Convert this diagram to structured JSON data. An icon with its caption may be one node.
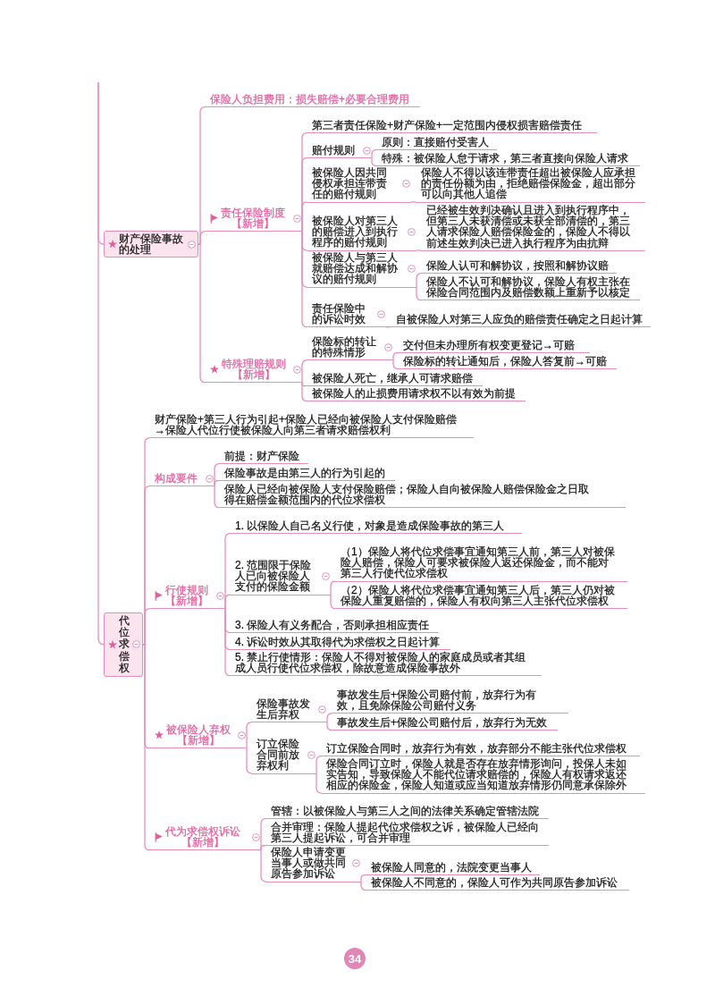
{
  "diagram": {
    "nodes": [
      {
        "text": [
          "财产保险事故的处理"
        ]
      },
      {
        "text": [
          "保险人负担费用：损失赔偿+必要合理费用"
        ]
      },
      {
        "text": [
          "责任保险制度",
          "【新增】"
        ]
      },
      {
        "text": [
          "第三者责任保险+财产保险+一定范围内侵权损害赔偿责任"
        ]
      },
      {
        "text": [
          "赔付规则"
        ]
      },
      {
        "text": [
          "原则：直接赔付受害人"
        ]
      },
      {
        "text": [
          "特殊：被保险人怠于请求，第三者直接向保险人请求"
        ]
      },
      {
        "text": [
          "被保险人因共同侵权承担连带责任的赔付规则"
        ]
      },
      {
        "text": [
          "保险人不得以该连带责任超出被保险人应承担的责任份额为由，拒绝赔偿保险金，超出部分可以向其他人追偿"
        ]
      },
      {
        "text": [
          "被保险人对第三人的赔偿进入到执行程序的赔付规则"
        ]
      },
      {
        "text": [
          "已经被生效判决确认且进入到执行程序中，但第三人未获清偿或未获全部清偿的，第三人请求保险人赔偿保险金的，保险人不得以前述生效判决已进入执行程序为由抗辩"
        ]
      },
      {
        "text": [
          "被保险人与第三人就赔偿达成和解协议的赔付规则"
        ]
      },
      {
        "text": [
          "保险人认可和解协议，按照和解协议赔"
        ]
      },
      {
        "text": [
          "保险人不认可和解协议，保险人有权主张在保险合同范围内及赔偿数额上重新予以核定"
        ]
      },
      {
        "text": [
          "责任保险中的诉讼时效"
        ]
      },
      {
        "text": [
          "自被保险人对第三人应负的赔偿责任确定之日起计算"
        ]
      },
      {
        "text": [
          "特殊理赔规则",
          "【新增】"
        ]
      },
      {
        "text": [
          "保险标的转让的特殊情形"
        ]
      },
      {
        "text": [
          "交付但未办理所有权变更登记→可赔"
        ]
      },
      {
        "text": [
          "保险标的转让通知后，保险人答复前→可赔"
        ]
      },
      {
        "text": [
          "被保险人死亡，继承人可请求赔偿"
        ]
      },
      {
        "text": [
          "被保险人的止损费用请求权不以有效为前提"
        ]
      },
      {
        "text": [
          "代位求偿权"
        ]
      },
      {
        "text": [
          "财产保险+第三人行为引起+保险人已经向被保险人支付保险赔偿→保险人代位行使被保险人向第三者请求赔偿权利"
        ]
      },
      {
        "text": [
          "构成要件"
        ]
      },
      {
        "text": [
          "前提：财产保险"
        ]
      },
      {
        "text": [
          "保险事故是由第三人的行为引起的"
        ]
      },
      {
        "text": [
          "保险人已经向被保险人支付保险赔偿；保险人自向被保险人赔偿保险金之日取得在赔偿金额范围内的代位求偿权"
        ]
      },
      {
        "text": [
          "行使规则",
          "【新增】"
        ]
      },
      {
        "text": [
          "1. 以保险人自己名义行使，对象是造成保险事故的第三人"
        ]
      },
      {
        "text": [
          "2. 范围限于保险人已向被保险人支付的保险金额"
        ]
      },
      {
        "text": [
          "（1）保险人将代位求偿事宜通知第三人前，第三人对被保险人赔偿，保险人可要求被保险人返还保险金，而不能对第三人行使代位求偿权"
        ]
      },
      {
        "text": [
          "（2）保险人将代位求偿事宜通知第三人后，第三人仍对被保险人重复赔偿的，保险人有权向第三人主张代位求偿权"
        ]
      },
      {
        "text": [
          "3. 保险人有义务配合，否则承担相应责任"
        ]
      },
      {
        "text": [
          "4. 诉讼时效从其取得代为求偿权之日起计算"
        ]
      },
      {
        "text": [
          "5. 禁止行使情形：保险人不得对被保险人的家庭成员或者其组成人员行使代位求偿权，除故意造成保险事故外"
        ]
      },
      {
        "text": [
          "被保险人弃权",
          "【新增】"
        ]
      },
      {
        "text": [
          "保险事故发生后弃权"
        ]
      },
      {
        "text": [
          "事故发生后+保险公司赔付前，放弃行为有效，且免除保险公司赔付义务"
        ]
      },
      {
        "text": [
          "事故发生后+保险公司赔付后，放弃行为无效"
        ]
      },
      {
        "text": [
          "订立保险合同前放弃权利"
        ]
      },
      {
        "text": [
          "订立保险合同时，放弃行为有效，放弃部分不能主张代位求偿权"
        ]
      },
      {
        "text": [
          "保险合同订立时，保险人就是否存在放弃情形询问，投保人未如实告知，导致保险人不能代位请求赔偿的，保险人有权请求返还相应的保险金，保险人知道或应当知道放弃情形仍同意承保除外"
        ]
      },
      {
        "text": [
          "代为求偿权诉讼",
          "【新增】"
        ]
      },
      {
        "text": [
          "管辖：以被保险人与第三人之间的法律关系确定管辖法院"
        ]
      },
      {
        "text": [
          "合并审理：保险人提起代位求偿权之诉，被保险人已经向第三人提起诉讼，可合并审理"
        ]
      },
      {
        "text": [
          "保险人申请变更当事人或做共同原告参加诉讼"
        ]
      },
      {
        "text": [
          "被保险人同意的，法院变更当事人"
        ]
      },
      {
        "text": [
          "被保险人不同意的，保险人可作为共同原告参加诉讼"
        ]
      }
    ],
    "edges": [
      {
        "from": null,
        "to": 0,
        "arrow": "none"
      },
      {
        "from": 0,
        "to": 1,
        "arrow": "none"
      },
      {
        "from": 0,
        "to": 2,
        "arrow": "none"
      },
      {
        "from": 2,
        "to": 3,
        "arrow": "none"
      },
      {
        "from": 2,
        "to": 4,
        "arrow": "none"
      },
      {
        "from": 4,
        "to": 5,
        "arrow": "none"
      },
      {
        "from": 4,
        "to": 6,
        "arrow": "none"
      },
      {
        "from": 2,
        "to": 7,
        "arrow": "none"
      },
      {
        "from": 7,
        "to": 8,
        "arrow": "none"
      },
      {
        "from": 2,
        "to": 9,
        "arrow": "none"
      },
      {
        "from": 9,
        "to": 10,
        "arrow": "none"
      },
      {
        "from": 2,
        "to": 11,
        "arrow": "none"
      },
      {
        "from": 11,
        "to": 12,
        "arrow": "none"
      },
      {
        "from": 11,
        "to": 13,
        "arrow": "none"
      },
      {
        "from": 2,
        "to": 14,
        "arrow": "none"
      },
      {
        "from": 14,
        "to": 15,
        "arrow": "none"
      },
      {
        "from": 0,
        "to": 16,
        "arrow": "none"
      },
      {
        "from": 16,
        "to": 17,
        "arrow": "none"
      },
      {
        "from": 17,
        "to": 18,
        "arrow": "none"
      },
      {
        "from": 17,
        "to": 19,
        "arrow": "none"
      },
      {
        "from": 16,
        "to": 20,
        "arrow": "none"
      },
      {
        "from": 16,
        "to": 21,
        "arrow": "none"
      },
      {
        "from": null,
        "to": 22,
        "arrow": "none"
      },
      {
        "from": 22,
        "to": 23,
        "arrow": "none"
      },
      {
        "from": 22,
        "to": 24,
        "arrow": "none"
      },
      {
        "from": 24,
        "to": 25,
        "arrow": "none"
      },
      {
        "from": 24,
        "to": 26,
        "arrow": "none"
      },
      {
        "from": 24,
        "to": 27,
        "arrow": "none"
      },
      {
        "from": 22,
        "to": 28,
        "arrow": "none"
      },
      {
        "from": 28,
        "to": 29,
        "arrow": "none"
      },
      {
        "from": 28,
        "to": 30,
        "arrow": "none"
      },
      {
        "from": 30,
        "to": 31,
        "arrow": "none"
      },
      {
        "from": 30,
        "to": 32,
        "arrow": "none"
      },
      {
        "from": 28,
        "to": 33,
        "arrow": "none"
      },
      {
        "from": 28,
        "to": 34,
        "arrow": "none"
      },
      {
        "from": 28,
        "to": 35,
        "arrow": "none"
      },
      {
        "from": 22,
        "to": 36,
        "arrow": "none"
      },
      {
        "from": 36,
        "to": 37,
        "arrow": "none"
      },
      {
        "from": 37,
        "to": 38,
        "arrow": "none"
      },
      {
        "from": 37,
        "to": 39,
        "arrow": "none"
      },
      {
        "from": 36,
        "to": 40,
        "arrow": "none"
      },
      {
        "from": 40,
        "to": 41,
        "arrow": "none"
      },
      {
        "from": 40,
        "to": 42,
        "arrow": "none"
      },
      {
        "from": 22,
        "to": 43,
        "arrow": "none"
      },
      {
        "from": 43,
        "to": 44,
        "arrow": "none"
      },
      {
        "from": 43,
        "to": 45,
        "arrow": "none"
      },
      {
        "from": 43,
        "to": 46,
        "arrow": "none"
      },
      {
        "from": 46,
        "to": 47,
        "arrow": "none"
      },
      {
        "from": 46,
        "to": 48,
        "arrow": "none"
      }
    ],
    "labels": [
      "34"
    ]
  }
}
